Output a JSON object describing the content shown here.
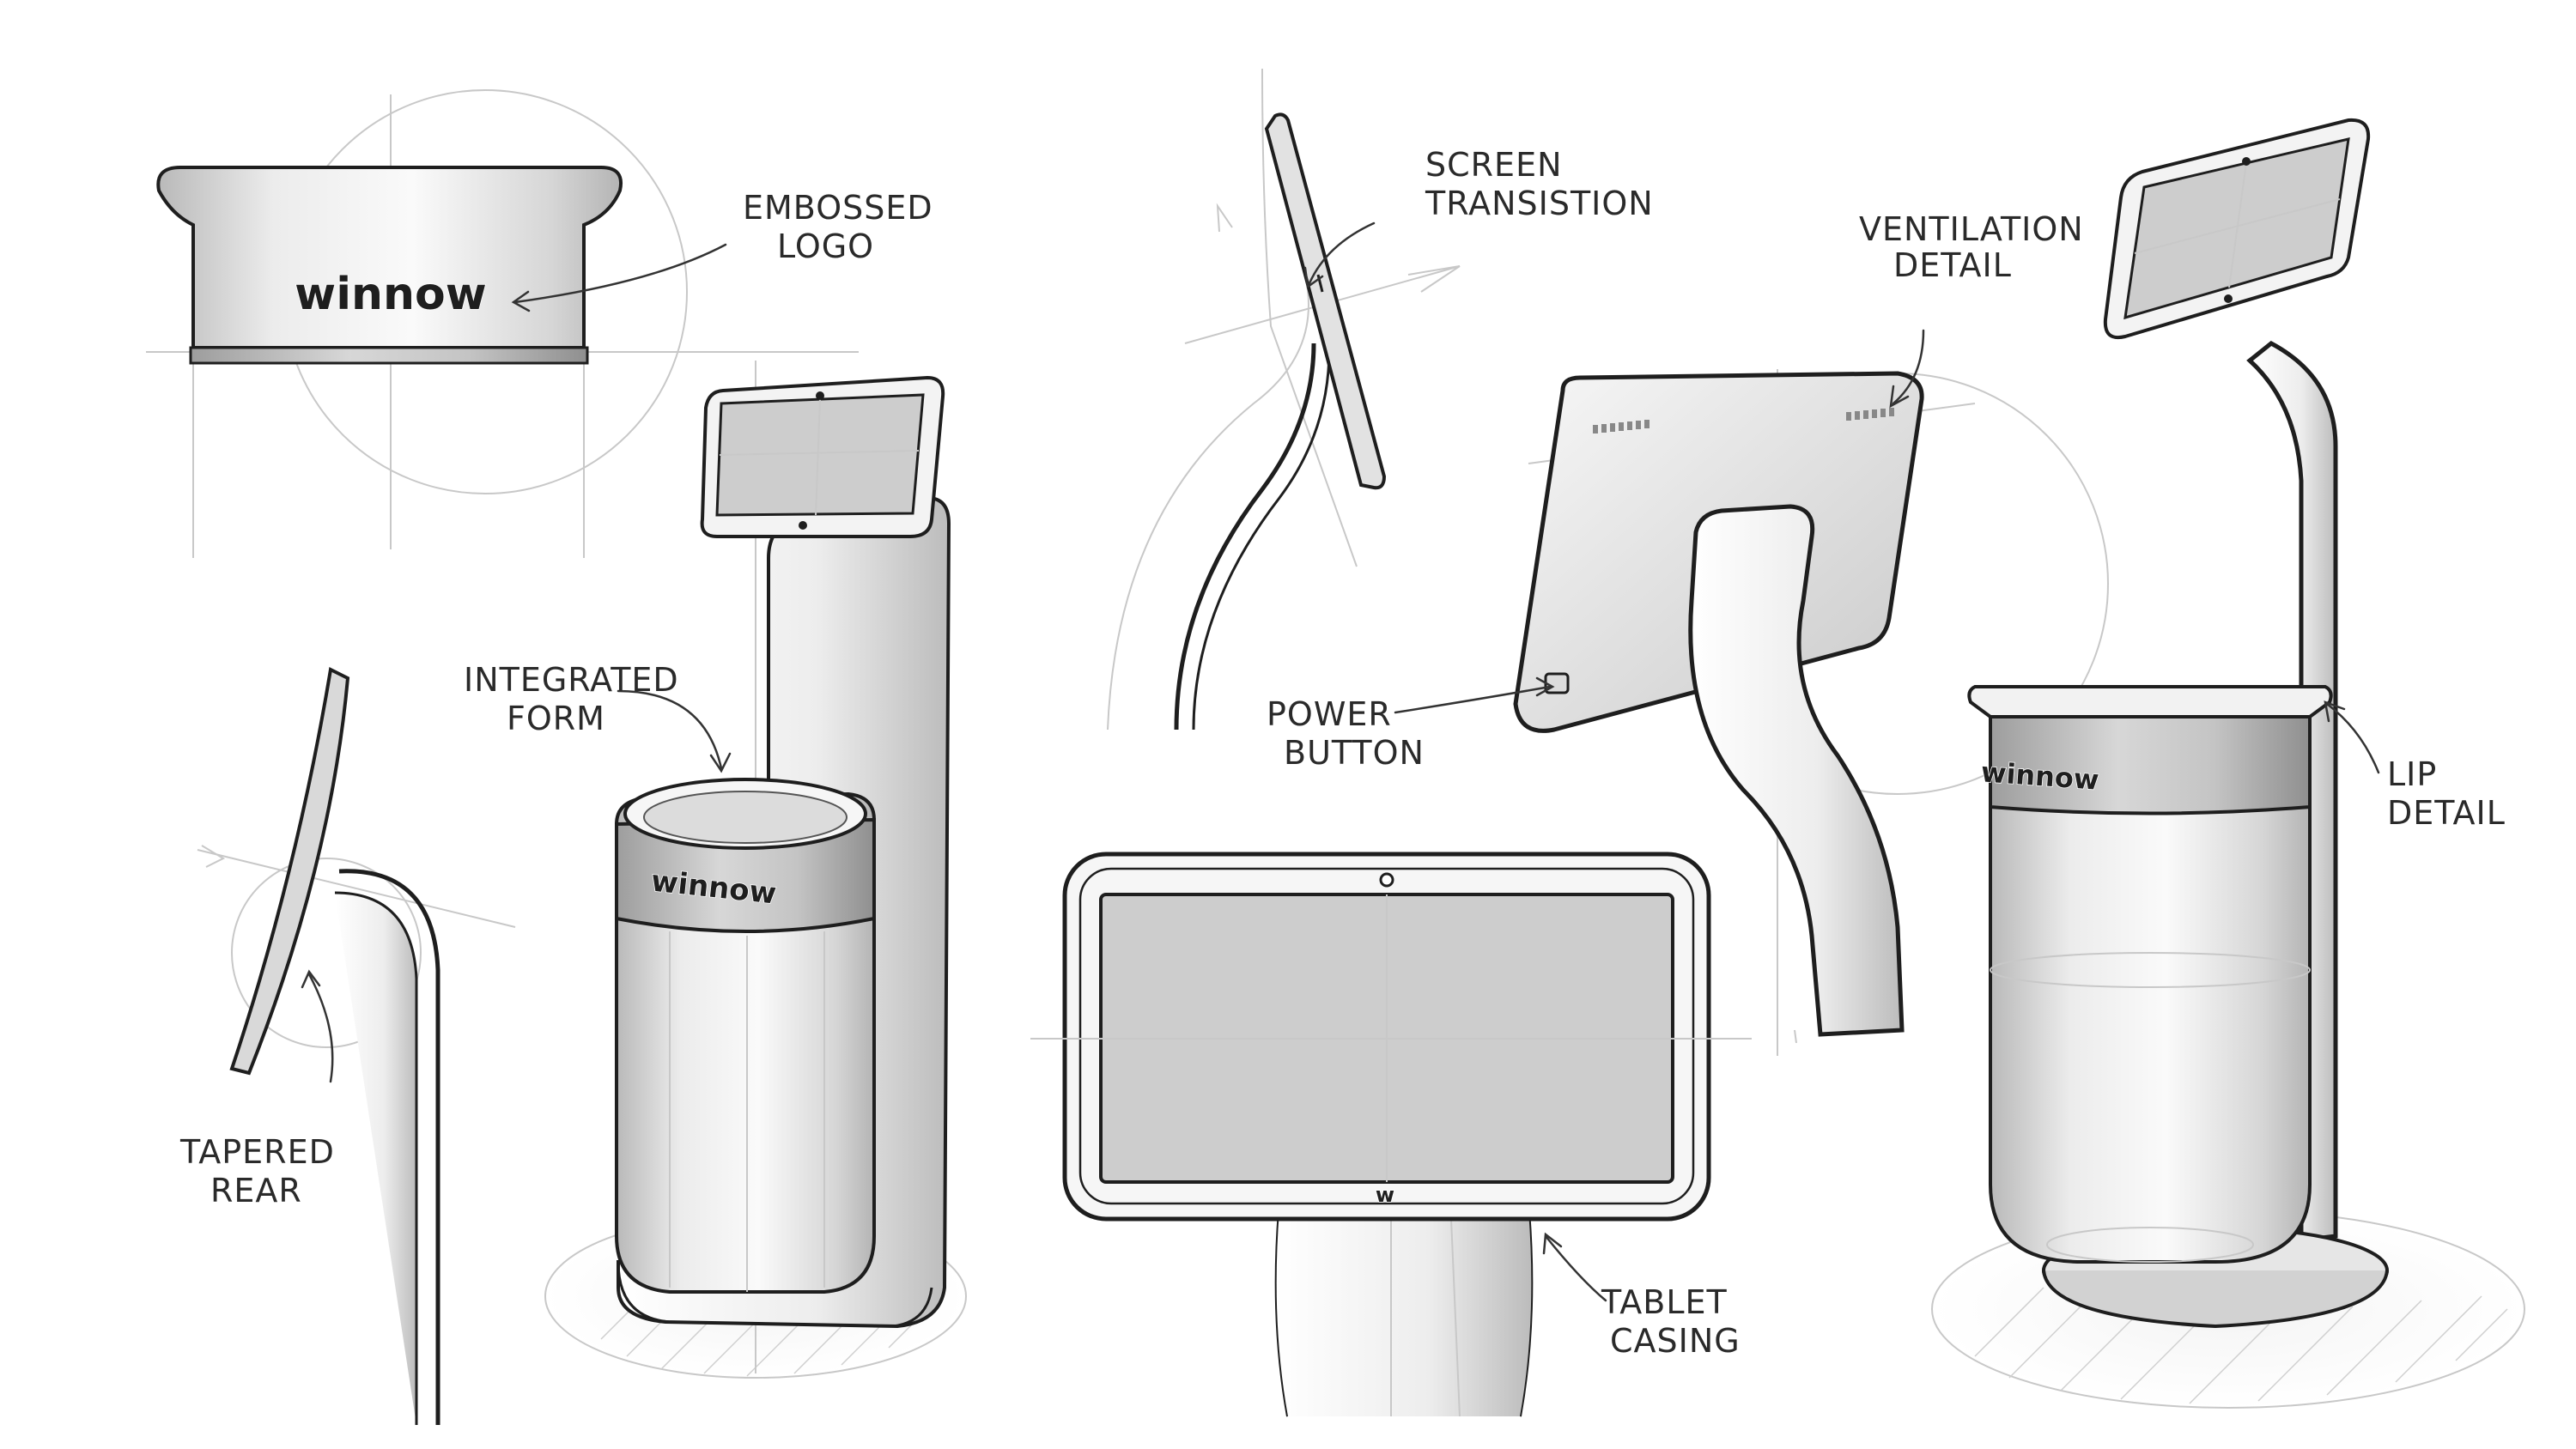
{
  "logo": "winnow",
  "annotations": {
    "embossed_logo": [
      "EMBOSSED",
      "LOGO"
    ],
    "integrated_form": [
      "INTEGRATED",
      "FORM"
    ],
    "tapered_rear": [
      "TAPERED",
      "REAR"
    ],
    "screen_transition": [
      "SCREEN",
      "TRANSISTION"
    ],
    "power_button": [
      "POWER",
      "BUTTON"
    ],
    "tablet_casing": [
      "TABLET",
      "CASING"
    ],
    "ventilation_detail": [
      "VENTILATION",
      "DETAIL"
    ],
    "lip_detail": [
      "LIP",
      "DETAIL"
    ]
  },
  "colors": {
    "ink": "#202020",
    "screen": "#cdcdcd",
    "body_light": "#f2f2f2",
    "body_mid": "#bdbdbd",
    "construction": "#c8c8c8"
  }
}
